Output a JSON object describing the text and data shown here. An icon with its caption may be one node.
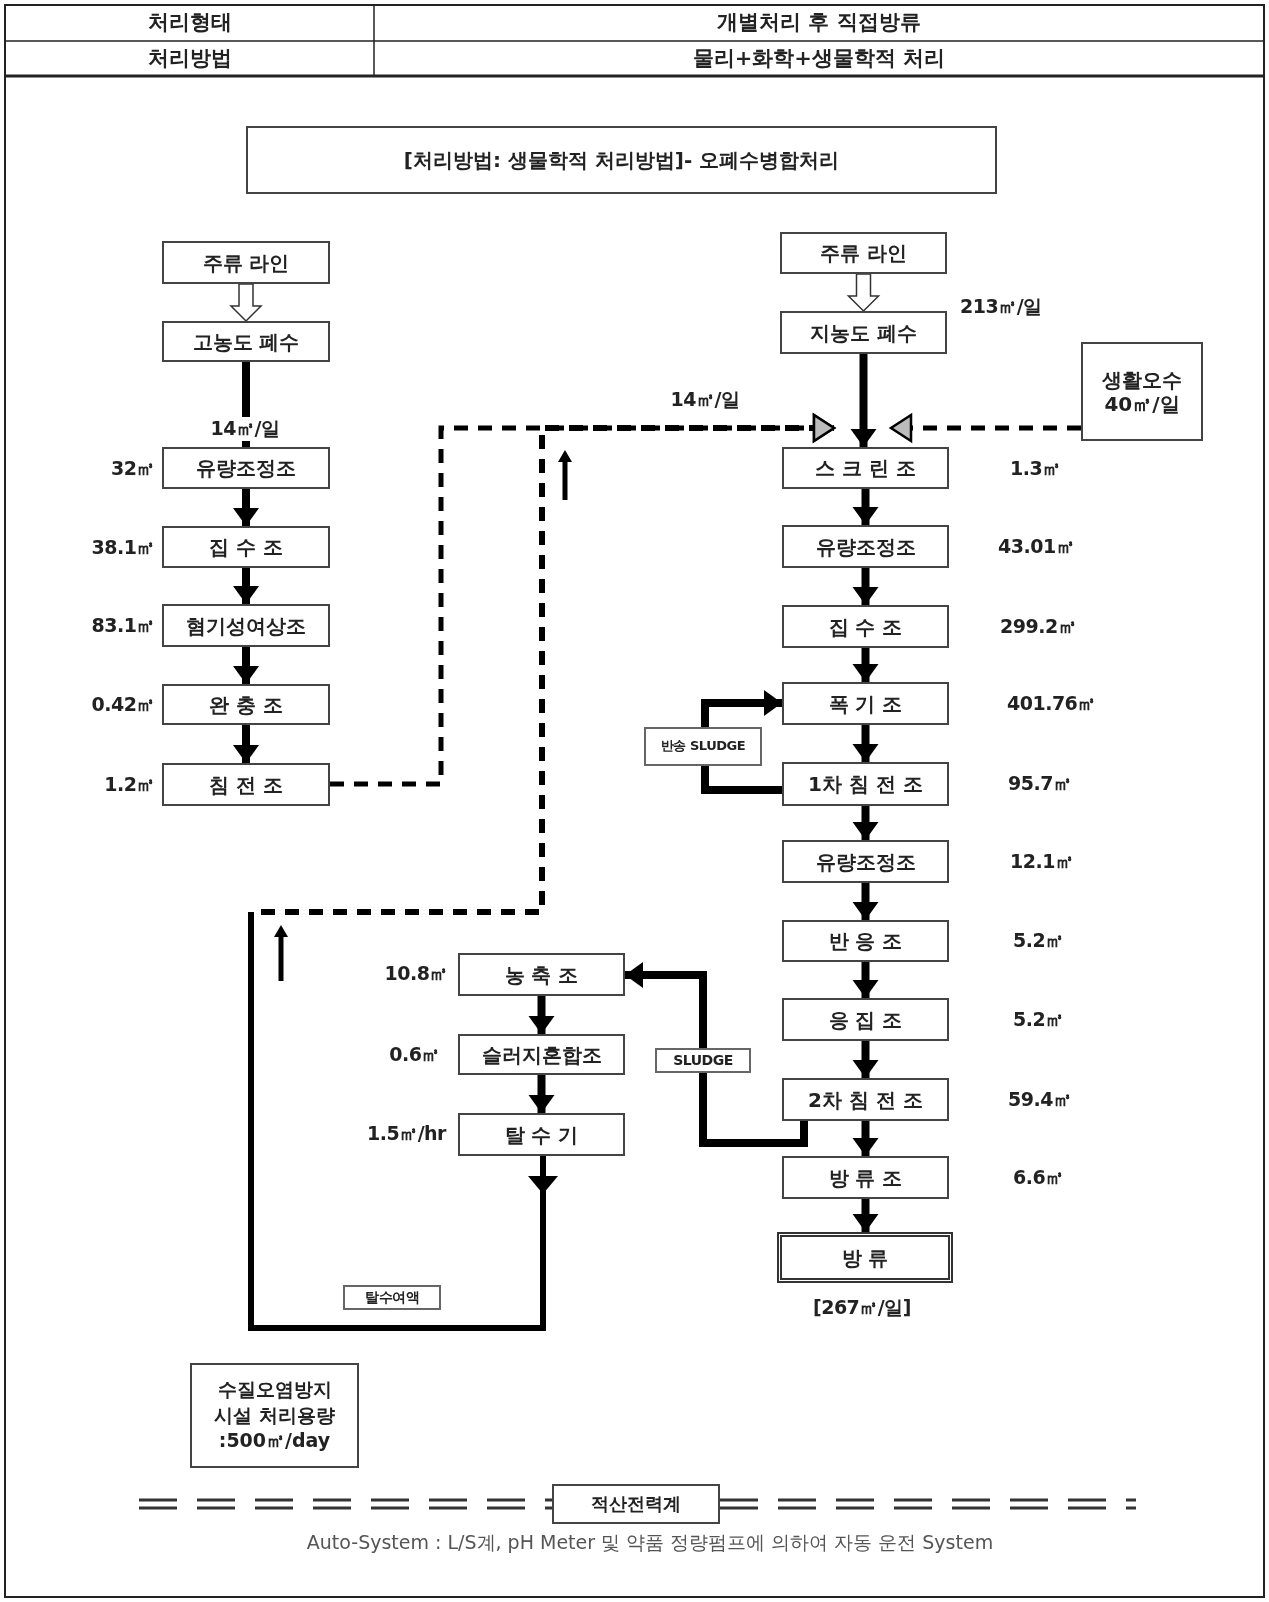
{
  "diagram": {
    "nodes": [
      {
        "text": [
          "[처리방법: 생물학적 처리방법]- 오폐수병합처리"
        ]
      },
      {
        "text": [
          "주류 라인"
        ]
      },
      {
        "text": [
          "고농도 폐수"
        ]
      },
      {
        "text": [
          "유량조정조"
        ],
        "beside": [
          "32㎥"
        ]
      },
      {
        "text": [
          "집 수 조"
        ],
        "beside": [
          "38.1㎥"
        ]
      },
      {
        "text": [
          "혐기성여상조"
        ],
        "beside": [
          "83.1㎥"
        ]
      },
      {
        "text": [
          "완 충 조"
        ],
        "beside": [
          "0.42㎥"
        ]
      },
      {
        "text": [
          "침 전 조"
        ],
        "beside": [
          "1.2㎥"
        ]
      },
      {
        "text": [
          "주류 라인"
        ]
      },
      {
        "text": [
          "지농도 폐수"
        ],
        "beside": [
          "213㎥/일"
        ]
      },
      {
        "text": [
          "생활오수 40㎥/일"
        ]
      },
      {
        "text": [
          "스 크 린 조"
        ]
      },
      {
        "text": [
          "유량조정조"
        ],
        "beside": [
          "43.01㎥"
        ]
      },
      {
        "text": [
          "집 수 조"
        ],
        "beside": [
          "299.2㎥"
        ]
      },
      {
        "text": [
          "폭 기 조"
        ],
        "beside": [
          "401.76㎥"
        ]
      },
      {
        "text": [
          "1차 침 전 조"
        ],
        "beside": [
          "95.7㎥"
        ]
      },
      {
        "text": [
          "유량조정조"
        ],
        "beside": [
          "12.1㎥"
        ]
      },
      {
        "text": [
          "반 응 조"
        ],
        "beside": [
          "5.2㎥"
        ]
      },
      {
        "text": [
          "응 집 조"
        ],
        "beside": [
          "5.2㎥"
        ]
      },
      {
        "text": [
          "2차 침 전 조"
        ],
        "beside": [
          "59.4㎥"
        ]
      },
      {
        "text": [
          "방 류 조"
        ],
        "beside": [
          "6.6㎥"
        ]
      },
      {
        "text": [
          "방 류"
        ],
        "beside": [
          "[267㎥/일]"
        ]
      },
      {
        "text": [
          "농 축 조"
        ],
        "beside": [
          "10.8㎥"
        ]
      },
      {
        "text": [
          "슬러지혼합조"
        ],
        "beside": [
          "0.6㎥"
        ]
      },
      {
        "text": [
          "탈 수 기"
        ],
        "beside": [
          "1.5㎥/hr"
        ]
      },
      {
        "text": [
          "수질오염방지 시설 처리용량 :500㎥/day"
        ]
      },
      {
        "text": [
          "적산전력계"
        ]
      }
    ],
    "edges": [
      {
        "from": 1,
        "to": 2,
        "arrow": "to",
        "color": "#ffffff"
      },
      {
        "from": 2,
        "to": 3,
        "arrow": "to",
        "label": "14㎥/일"
      },
      {
        "from": 3,
        "to": 4,
        "arrow": "to"
      },
      {
        "from": 4,
        "to": 5,
        "arrow": "to"
      },
      {
        "from": 5,
        "to": 6,
        "arrow": "to"
      },
      {
        "from": 6,
        "to": 7,
        "arrow": "to"
      },
      {
        "from": 7,
        "to": 11,
        "arrow": "to",
        "style": "dashed",
        "label": "14㎥/일"
      },
      {
        "from": 8,
        "to": 9,
        "arrow": "to",
        "color": "#ffffff"
      },
      {
        "from": 9,
        "to": 11,
        "arrow": "to"
      },
      {
        "from": 10,
        "to": 11,
        "arrow": "to",
        "style": "dashed"
      },
      {
        "from": 11,
        "to": 12,
        "arrow": "to"
      },
      {
        "from": 12,
        "to": 13,
        "arrow": "to"
      },
      {
        "from": 13,
        "to": 14,
        "arrow": "to"
      },
      {
        "from": 14,
        "to": 15,
        "arrow": "to"
      },
      {
        "from": 15,
        "to": 14,
        "arrow": "to",
        "label": "반송 SLUDGE"
      },
      {
        "from": 15,
        "to": 16,
        "arrow": "to"
      },
      {
        "from": 16,
        "to": 17,
        "arrow": "to"
      },
      {
        "from": 17,
        "to": 18,
        "arrow": "to"
      },
      {
        "from": 18,
        "to": 19,
        "arrow": "to"
      },
      {
        "from": 19,
        "to": 20,
        "arrow": "to"
      },
      {
        "from": 20,
        "to": 21,
        "arrow": "to"
      },
      {
        "from": 19,
        "to": 22,
        "arrow": "to",
        "label": "SLUDGE"
      },
      {
        "from": 22,
        "to": 23,
        "arrow": "to"
      },
      {
        "from": 23,
        "to": 24,
        "arrow": "to"
      },
      {
        "from": 24,
        "to": 11,
        "arrow": "to",
        "style": "dashed",
        "label": "탈수여액"
      }
    ],
    "labels": [
      "처리형태",
      "개별처리 후 직접방류",
      "처리방법",
      "물리+화학+생물학적 처리",
      "1.3㎥",
      "Auto-System : L/S계, pH Meter 및 약품 정량펌프에 의하여 자동 운전 System"
    ]
  }
}
